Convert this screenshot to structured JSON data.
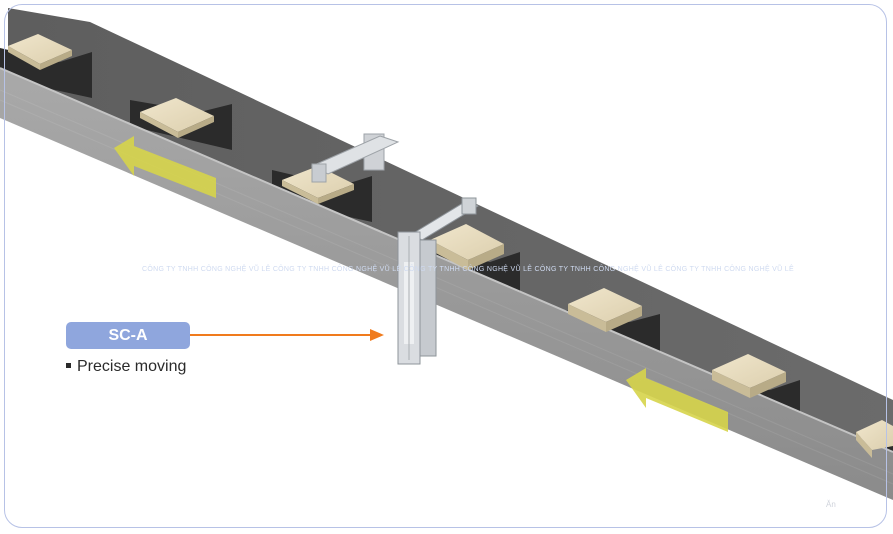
{
  "annotation": {
    "label": "SC-A",
    "bullet": "Precise moving",
    "label_color": "#8fa6dd",
    "arrow_color": "#f07b1d"
  },
  "watermark": {
    "text": "CÔNG TY TNHH CÔNG NGHỆ VŨ LÊ CÔNG TY TNHH CÔNG NGHỆ VŨ LÊ CÔNG TY TNHH CÔNG NGHỆ VŨ LÊ CÔNG TY TNHH CÔNG NGHỆ VŨ LÊ CÔNG TY TNHH CÔNG NGHỆ VŨ LÊ"
  },
  "corner_mark": "Ăn",
  "colors": {
    "conveyor_side": "#9c9c9c",
    "conveyor_top": "#7a7a7a",
    "pocket": "#2f2f2f",
    "box": "#e8dcc0",
    "direction_arrow": "#d6d44a",
    "frame_border": "#b7c2e6"
  },
  "icons": {
    "bullet": "square-bullet-icon",
    "pointer": "right-arrow-icon",
    "direction": "left-arrow-icon"
  }
}
